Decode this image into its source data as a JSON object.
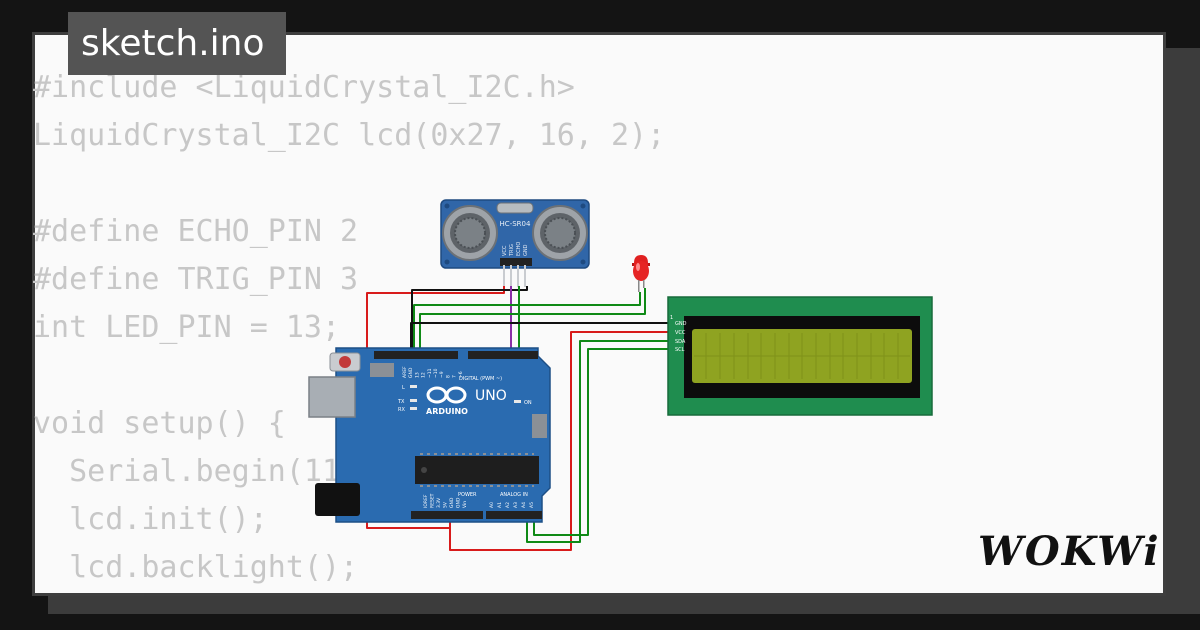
{
  "file_tab": {
    "label": "sketch.ino"
  },
  "code_lines": [
    "#include <LiquidCrystal_I2C.h>",
    "LiquidCrystal_I2C lcd(0x27, 16, 2);",
    "",
    "#define ECHO_PIN 2",
    "#define TRIG_PIN 3",
    "int LED_PIN = 13;",
    "",
    "void setup() {",
    "  Serial.begin(115200);",
    "  lcd.init();",
    "  lcd.backlight();"
  ],
  "sensor": {
    "label": "HC-SR04",
    "pins": [
      "VCC",
      "TRIG",
      "ECHO",
      "GND"
    ]
  },
  "arduino": {
    "brand": "ARDUINO",
    "model": "UNO",
    "digital_label": "DIGITAL (PWM ~)",
    "power_label": "POWER",
    "analog_label": "ANALOG IN",
    "on_label": "ON",
    "led_labels": [
      "L",
      "TX",
      "RX"
    ],
    "digital_pins": [
      "AREF",
      "GND",
      "13",
      "12",
      "~11",
      "~10",
      "~9",
      "8",
      "7",
      "~6",
      "~5",
      "4",
      "~3",
      "2",
      "TX→1",
      "RX←0"
    ],
    "power_pins": [
      "IOREF",
      "RESET",
      "3.3V",
      "5V",
      "GND",
      "GND",
      "Vin"
    ],
    "analog_pins": [
      "A0",
      "A1",
      "A2",
      "A3",
      "A4",
      "A5"
    ]
  },
  "lcd": {
    "pins": [
      "GND",
      "VCC",
      "SDA",
      "SCL"
    ]
  },
  "logo": {
    "text": "WOKWi"
  },
  "colors": {
    "board": "#2a6bb0",
    "lcd_pcb": "#1f8d4f",
    "lcd_screen": "#8fa321",
    "wire_red": "#d81b1b",
    "wire_black": "#111111",
    "wire_green": "#0f8a16",
    "wire_purple": "#8a2fa6",
    "led": "#e02020"
  }
}
